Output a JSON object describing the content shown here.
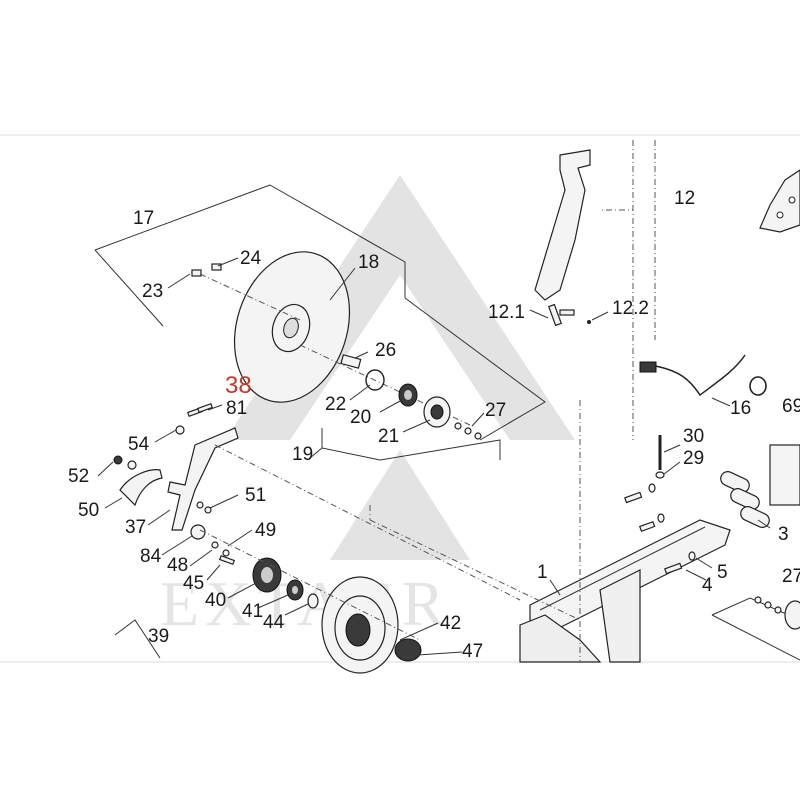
{
  "labels": {
    "l17": "17",
    "l24": "24",
    "l23": "23",
    "l18": "18",
    "l12": "12",
    "l12_1": "12.1",
    "l12_2": "12.2",
    "l38": "38",
    "l81": "81",
    "l26": "26",
    "l22": "22",
    "l20": "20",
    "l27": "27",
    "l21": "21",
    "l16": "16",
    "l69": "69",
    "l54": "54",
    "l19": "19",
    "l30": "30",
    "l29": "29",
    "l52": "52",
    "l50": "50",
    "l51": "51",
    "l37": "37",
    "l49": "49",
    "l84": "84",
    "l48": "48",
    "l3": "3",
    "l1": "1",
    "l5": "5",
    "l45": "45",
    "l4": "4",
    "l40": "40",
    "l41": "41",
    "l44": "44",
    "l27b": "27",
    "l39": "39",
    "l42": "42",
    "l47": "47"
  },
  "watermark": {
    "text": "EXTAGR"
  },
  "colors": {
    "highlight": "#c0392b",
    "ink": "#1a1a1a"
  }
}
